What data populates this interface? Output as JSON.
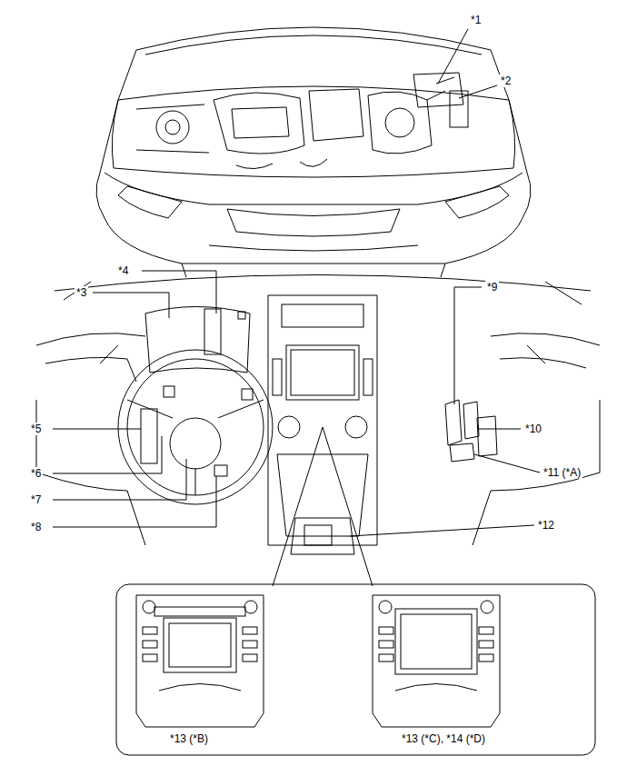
{
  "diagram": {
    "labels": [
      "*1",
      "*2",
      "*4",
      "*3",
      "*9",
      "*10",
      "*5",
      "*11 (*A)",
      "*6",
      "*7",
      "*12",
      "*8",
      "*13 (*B)",
      "*13 (*C), *14 (*D)"
    ]
  }
}
